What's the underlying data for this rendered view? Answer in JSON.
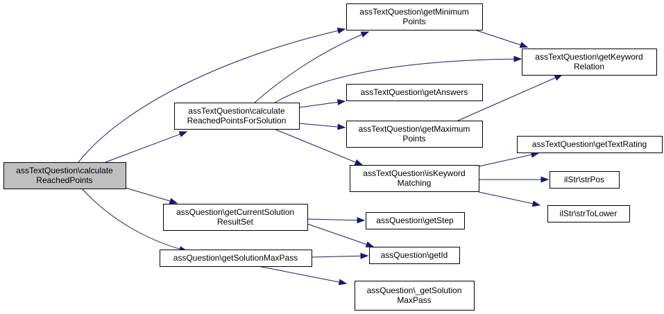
{
  "colors": {
    "edge": "#191970",
    "node_fill": "#ffffff",
    "root_fill": "#bfbfbf",
    "node_border": "#000000"
  },
  "nodes": [
    {
      "id": "root",
      "lines": [
        "assTextQuestion\\calculate",
        "ReachedPoints"
      ],
      "highlighted": true
    },
    {
      "id": "calcReachedForSolution",
      "lines": [
        "assTextQuestion\\calculate",
        "ReachedPointsForSolution"
      ]
    },
    {
      "id": "getCurrentSolutionResultSet",
      "lines": [
        "assQuestion\\getCurrentSolution",
        "ResultSet"
      ]
    },
    {
      "id": "getSolutionMaxPass",
      "lines": [
        "assQuestion\\getSolutionMaxPass"
      ]
    },
    {
      "id": "getMinimumPoints",
      "lines": [
        "assTextQuestion\\getMinimum",
        "Points"
      ]
    },
    {
      "id": "getKeywordRelation",
      "lines": [
        "assTextQuestion\\getKeyword",
        "Relation"
      ]
    },
    {
      "id": "getAnswers",
      "lines": [
        "assTextQuestion\\getAnswers"
      ]
    },
    {
      "id": "getMaximumPoints",
      "lines": [
        "assTextQuestion\\getMaximum",
        "Points"
      ]
    },
    {
      "id": "isKeywordMatching",
      "lines": [
        "assTextQuestion\\isKeyword",
        "Matching"
      ]
    },
    {
      "id": "getTextRating",
      "lines": [
        "assTextQuestion\\getTextRating"
      ]
    },
    {
      "id": "strPos",
      "lines": [
        "ilStr\\strPos"
      ]
    },
    {
      "id": "strToLower",
      "lines": [
        "ilStr\\strToLower"
      ]
    },
    {
      "id": "getStep",
      "lines": [
        "assQuestion\\getStep"
      ]
    },
    {
      "id": "getId",
      "lines": [
        "assQuestion\\getId"
      ]
    },
    {
      "id": "_getSolutionMaxPass",
      "lines": [
        "assQuestion\\_getSolution",
        "MaxPass"
      ]
    }
  ],
  "edges": [
    [
      "root",
      "getMinimumPoints"
    ],
    [
      "root",
      "calcReachedForSolution"
    ],
    [
      "root",
      "getCurrentSolutionResultSet"
    ],
    [
      "root",
      "getSolutionMaxPass"
    ],
    [
      "calcReachedForSolution",
      "getMinimumPoints"
    ],
    [
      "calcReachedForSolution",
      "getKeywordRelation"
    ],
    [
      "calcReachedForSolution",
      "getAnswers"
    ],
    [
      "calcReachedForSolution",
      "getMaximumPoints"
    ],
    [
      "calcReachedForSolution",
      "isKeywordMatching"
    ],
    [
      "getMinimumPoints",
      "getKeywordRelation"
    ],
    [
      "getMaximumPoints",
      "getKeywordRelation"
    ],
    [
      "isKeywordMatching",
      "getTextRating"
    ],
    [
      "isKeywordMatching",
      "strPos"
    ],
    [
      "isKeywordMatching",
      "strToLower"
    ],
    [
      "getCurrentSolutionResultSet",
      "getStep"
    ],
    [
      "getCurrentSolutionResultSet",
      "getId"
    ],
    [
      "getSolutionMaxPass",
      "getId"
    ],
    [
      "getSolutionMaxPass",
      "_getSolutionMaxPass"
    ]
  ]
}
